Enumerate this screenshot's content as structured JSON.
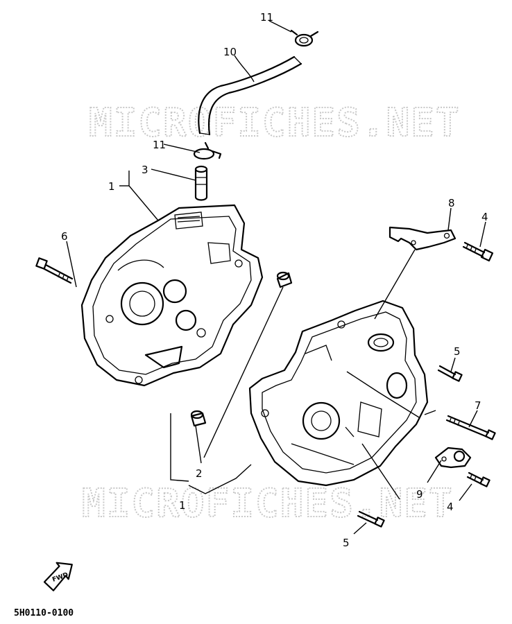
{
  "watermark": "MICROFICHES.NET",
  "diagram_code": "5H0110-0100",
  "fwd_label": "FWD",
  "callouts": {
    "c11_top": "11",
    "c10": "10",
    "c11_mid": "11",
    "c3": "3",
    "c1_top": "1",
    "c8": "8",
    "c4_top": "4",
    "c6": "6",
    "c5_mid": "5",
    "c7": "7",
    "c2": "2",
    "c1_bottom": "1",
    "c9": "9",
    "c4_bottom": "4",
    "c5_bottom": "5"
  }
}
